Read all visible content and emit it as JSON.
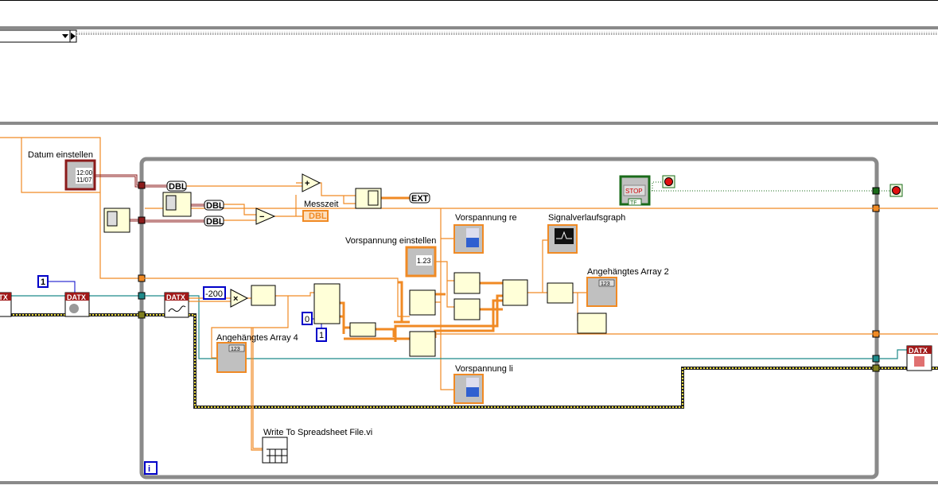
{
  "toolbar": {
    "dropdown_value": ""
  },
  "labels": {
    "datum_einstellen": "Datum einstellen",
    "messzeit": "Messzeit",
    "vorspannung_einstellen": "Vorspannung einstellen",
    "vorspannung_re": "Vorspannung re",
    "signalverlaufsgraph": "Signalverlaufsgraph",
    "angehaengtes_array_2": "Angehängtes Array 2",
    "angehaengtes_array_4": "Angehängtes Array 4",
    "vorspannung_li": "Vorspannung li",
    "write_spreadsheet": "Write To Spreadsheet File.vi"
  },
  "constants": {
    "one_left": "1",
    "minus200": "-200",
    "zero": "0",
    "one": "1",
    "dbl": "DBL",
    "ext": "EXT",
    "datx": "DATX",
    "stop": "STOP",
    "tf": "TF",
    "iteration": "i",
    "num": "1.23",
    "time": "12:00",
    "date": "11/07",
    "arr": "123"
  },
  "colors": {
    "wire_orange": "#f08a24",
    "wire_teal": "#1f8a8a",
    "wire_red": "#8b1a1a",
    "loop_gray": "#8a8a8a",
    "const_blue": "#0000c8",
    "boolean_green": "#1a6b1a"
  }
}
